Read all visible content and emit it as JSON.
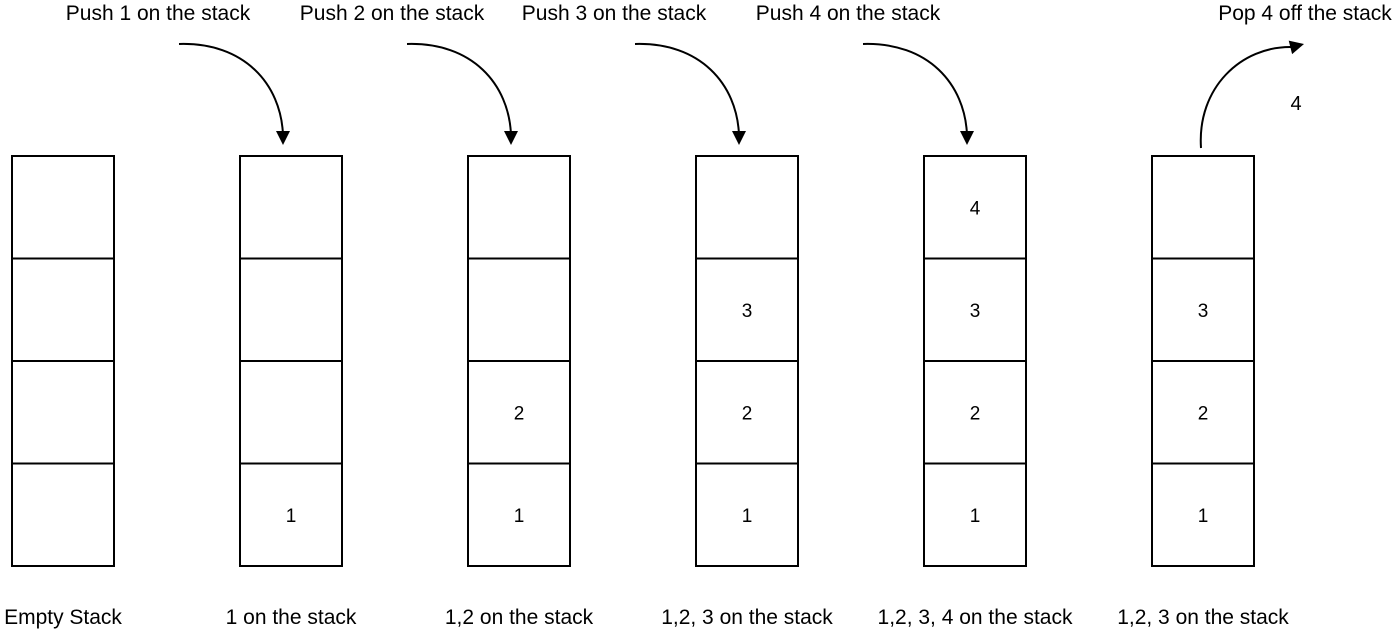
{
  "colors": {
    "stroke": "#000000",
    "background": "#ffffff"
  },
  "stacks": [
    {
      "caption": "Empty Stack",
      "cells": [
        "",
        "",
        "",
        ""
      ]
    },
    {
      "caption": "1 on the stack",
      "cells": [
        "1",
        "",
        "",
        ""
      ]
    },
    {
      "caption": "1,2 on the stack",
      "cells": [
        "1",
        "2",
        "",
        ""
      ]
    },
    {
      "caption": "1,2, 3 on the stack",
      "cells": [
        "1",
        "2",
        "3",
        ""
      ]
    },
    {
      "caption": "1,2, 3, 4 on the stack",
      "cells": [
        "1",
        "2",
        "3",
        "4"
      ]
    },
    {
      "caption": "1,2, 3 on the stack",
      "cells": [
        "1",
        "2",
        "3",
        ""
      ]
    }
  ],
  "operations": [
    {
      "label": "Push 1 on the stack",
      "kind": "push"
    },
    {
      "label": "Push 2 on the stack",
      "kind": "push"
    },
    {
      "label": "Push 3 on the stack",
      "kind": "push"
    },
    {
      "label": "Push 4 on the stack",
      "kind": "push"
    },
    {
      "label": "Pop 4 off the stack",
      "kind": "pop",
      "popped_value": "4"
    }
  ]
}
